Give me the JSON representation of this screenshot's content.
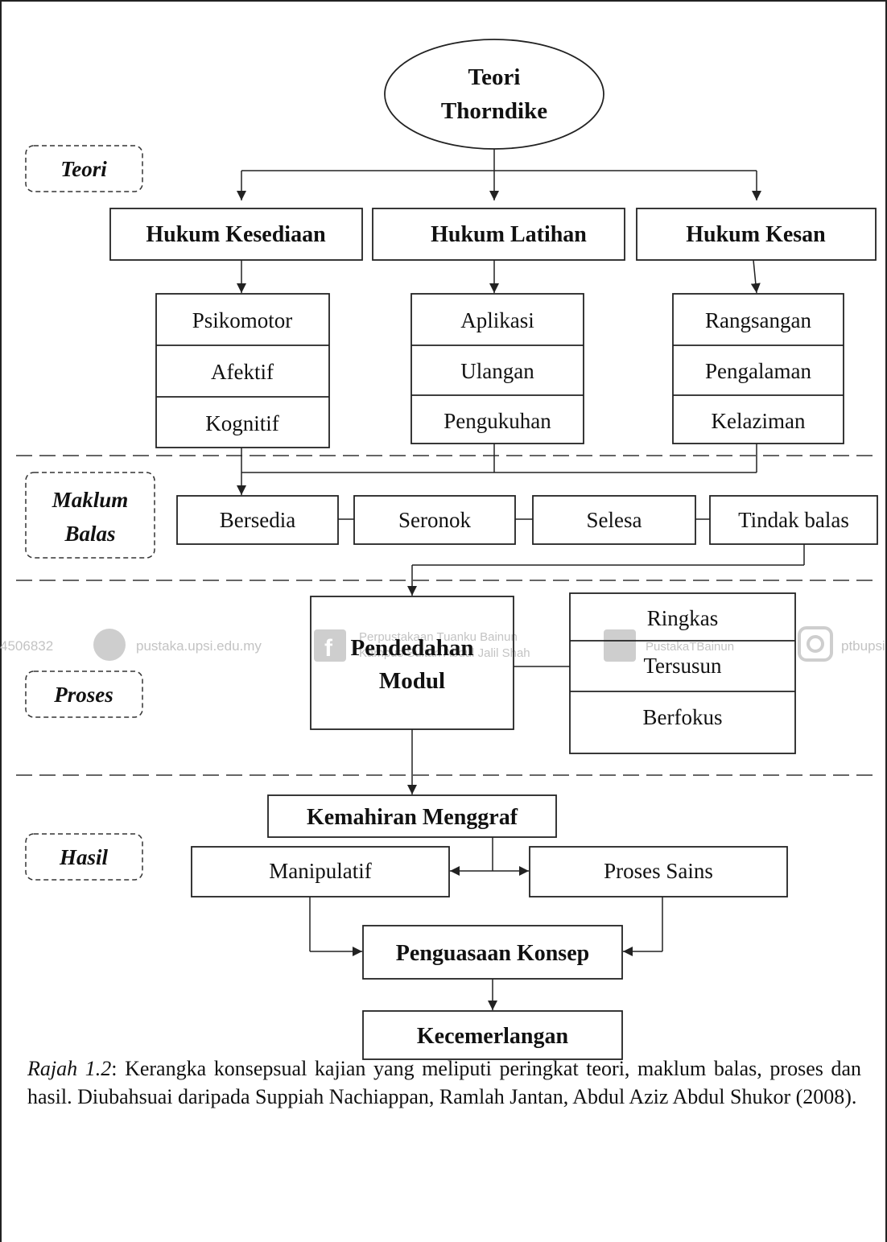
{
  "theory": {
    "line1": "Teori",
    "line2": "Thorndike"
  },
  "stages": {
    "teori": "Teori",
    "maklum_line1": "Maklum",
    "maklum_line2": "Balas",
    "proses": "Proses",
    "hasil": "Hasil"
  },
  "laws": [
    "Hukum Kesediaan",
    "Hukum Latihan",
    "Hukum Kesan"
  ],
  "law_items": [
    [
      "Psikomotor",
      "Afektif",
      "Kognitif"
    ],
    [
      "Aplikasi",
      "Ulangan",
      "Pengukuhan"
    ],
    [
      "Rangsangan",
      "Pengalaman",
      "Kelaziman"
    ]
  ],
  "feedback": [
    "Bersedia",
    "Seronok",
    "Selesa",
    "Tindak balas"
  ],
  "module": {
    "line1": "Pendedahan",
    "line2": "Modul"
  },
  "module_traits": [
    "Ringkas",
    "Tersusun",
    "Berfokus"
  ],
  "skill": "Kemahiran Menggraf",
  "sub_skills": [
    "Manipulatif",
    "Proses Sains"
  ],
  "mastery": "Penguasaan Konsep",
  "excellence": "Kecemerlangan",
  "watermark": {
    "number": "4506832",
    "site": "pustaka.upsi.edu.my",
    "lib1": "Perpustakaan Tuanku Bainun",
    "lib2": "Kampus Sultan Abdul Jalil Shah",
    "twitter": "PustakaTBainun",
    "insta": "ptbupsi"
  },
  "caption": {
    "label": "Rajah 1.2",
    "text": ": Kerangka konsepsual kajian yang meliputi peringkat teori, maklum balas, proses dan hasil. Diubahsuai daripada Suppiah Nachiappan, Ramlah Jantan, Abdul Aziz Abdul Shukor (2008)."
  }
}
